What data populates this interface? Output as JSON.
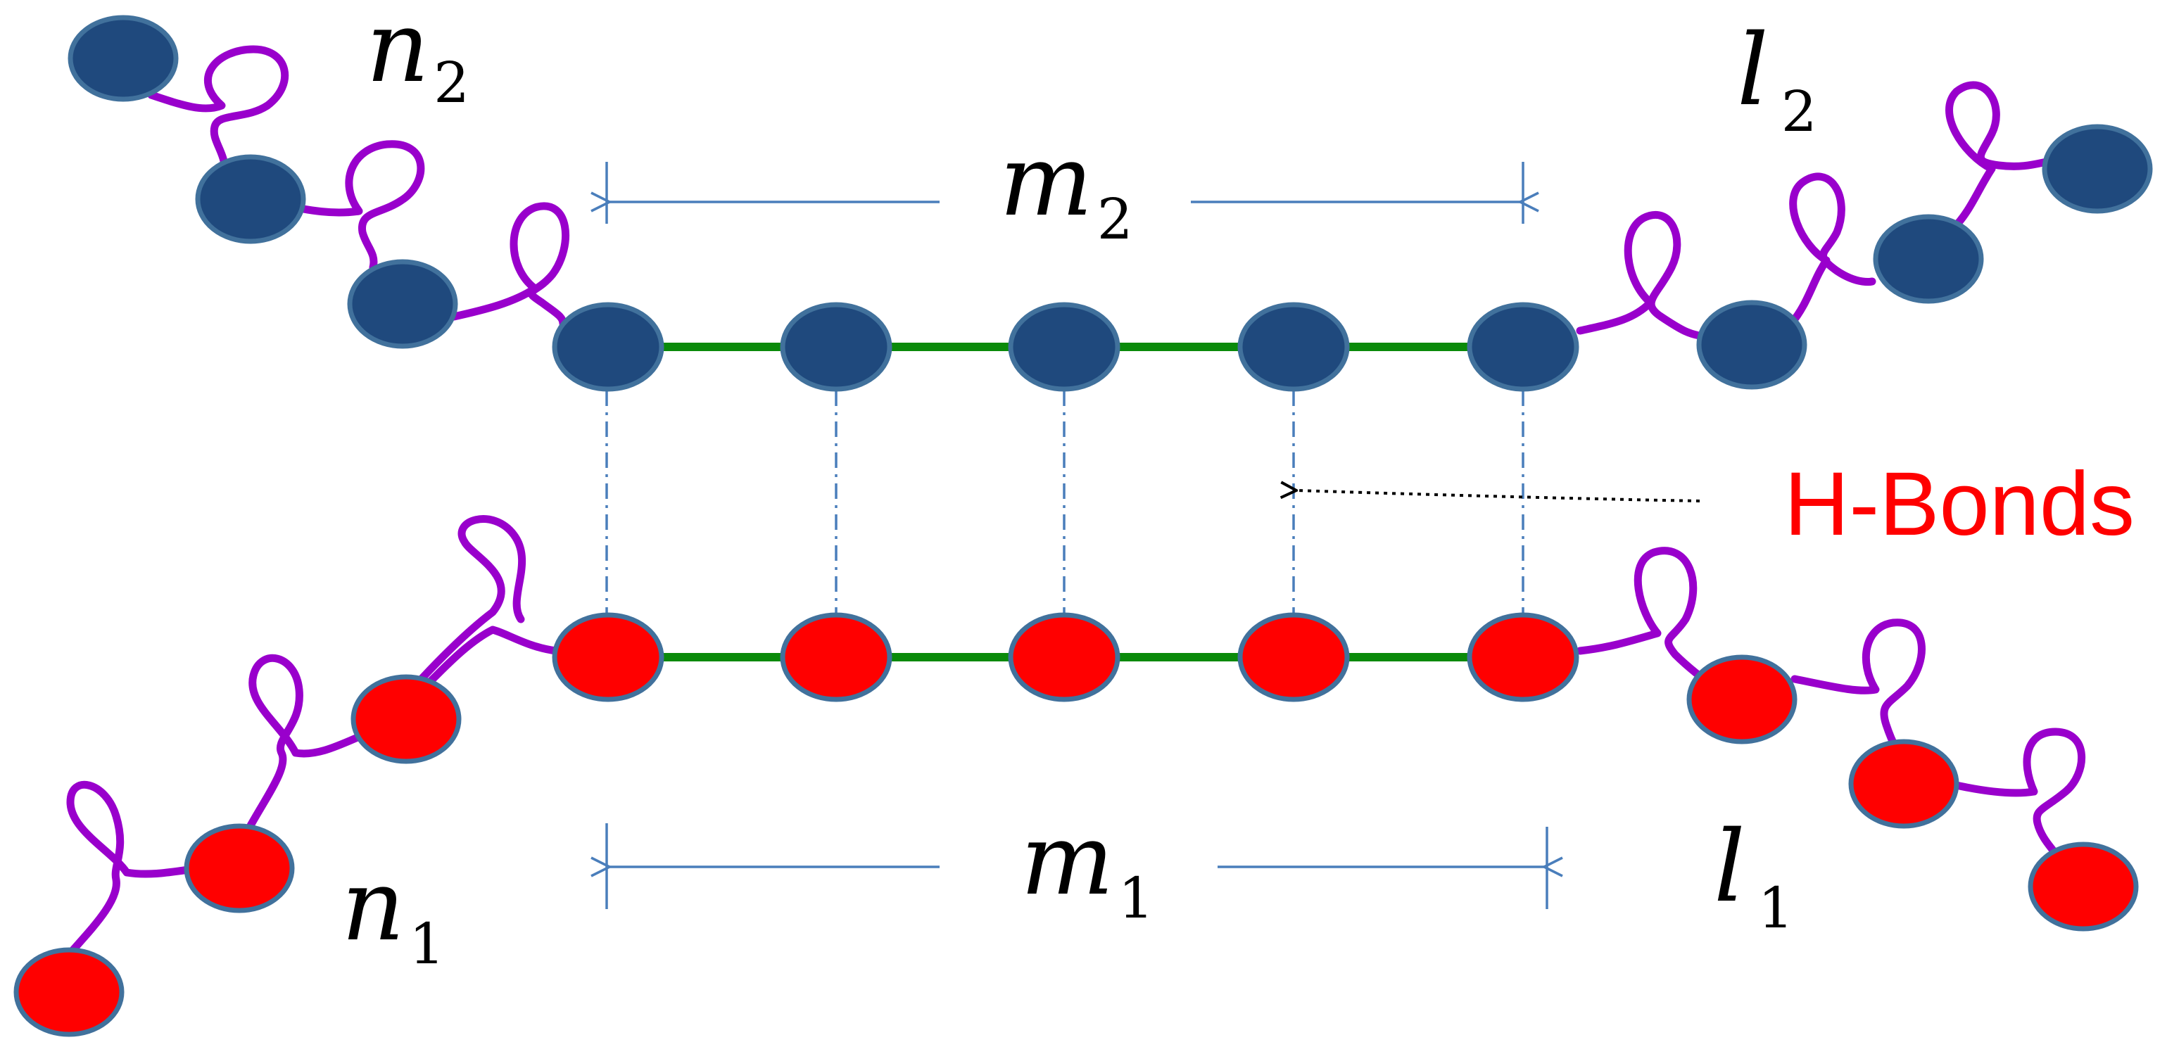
{
  "labels": {
    "n2": {
      "main": "n",
      "sub": "2"
    },
    "l2": {
      "main": "l",
      "sub": "2"
    },
    "m2": {
      "main": "m",
      "sub": "2"
    },
    "n1": {
      "main": "n",
      "sub": "1"
    },
    "l1": {
      "main": "l",
      "sub": "1"
    },
    "m1": {
      "main": "m",
      "sub": "1"
    }
  },
  "hbonds_label": "H-Bonds",
  "colors": {
    "upper_bead": "#1f497d",
    "lower_bead": "#ff0000",
    "bead_outline": "#41719c",
    "coil": "#9900cc",
    "covalent_bond": "#0a8a0a",
    "hbond_line": "#4a7ebb",
    "hbonds_text": "#ff0000"
  },
  "beads": {
    "upper_core_count": 5,
    "lower_core_count": 5,
    "hbond_count": 5
  }
}
